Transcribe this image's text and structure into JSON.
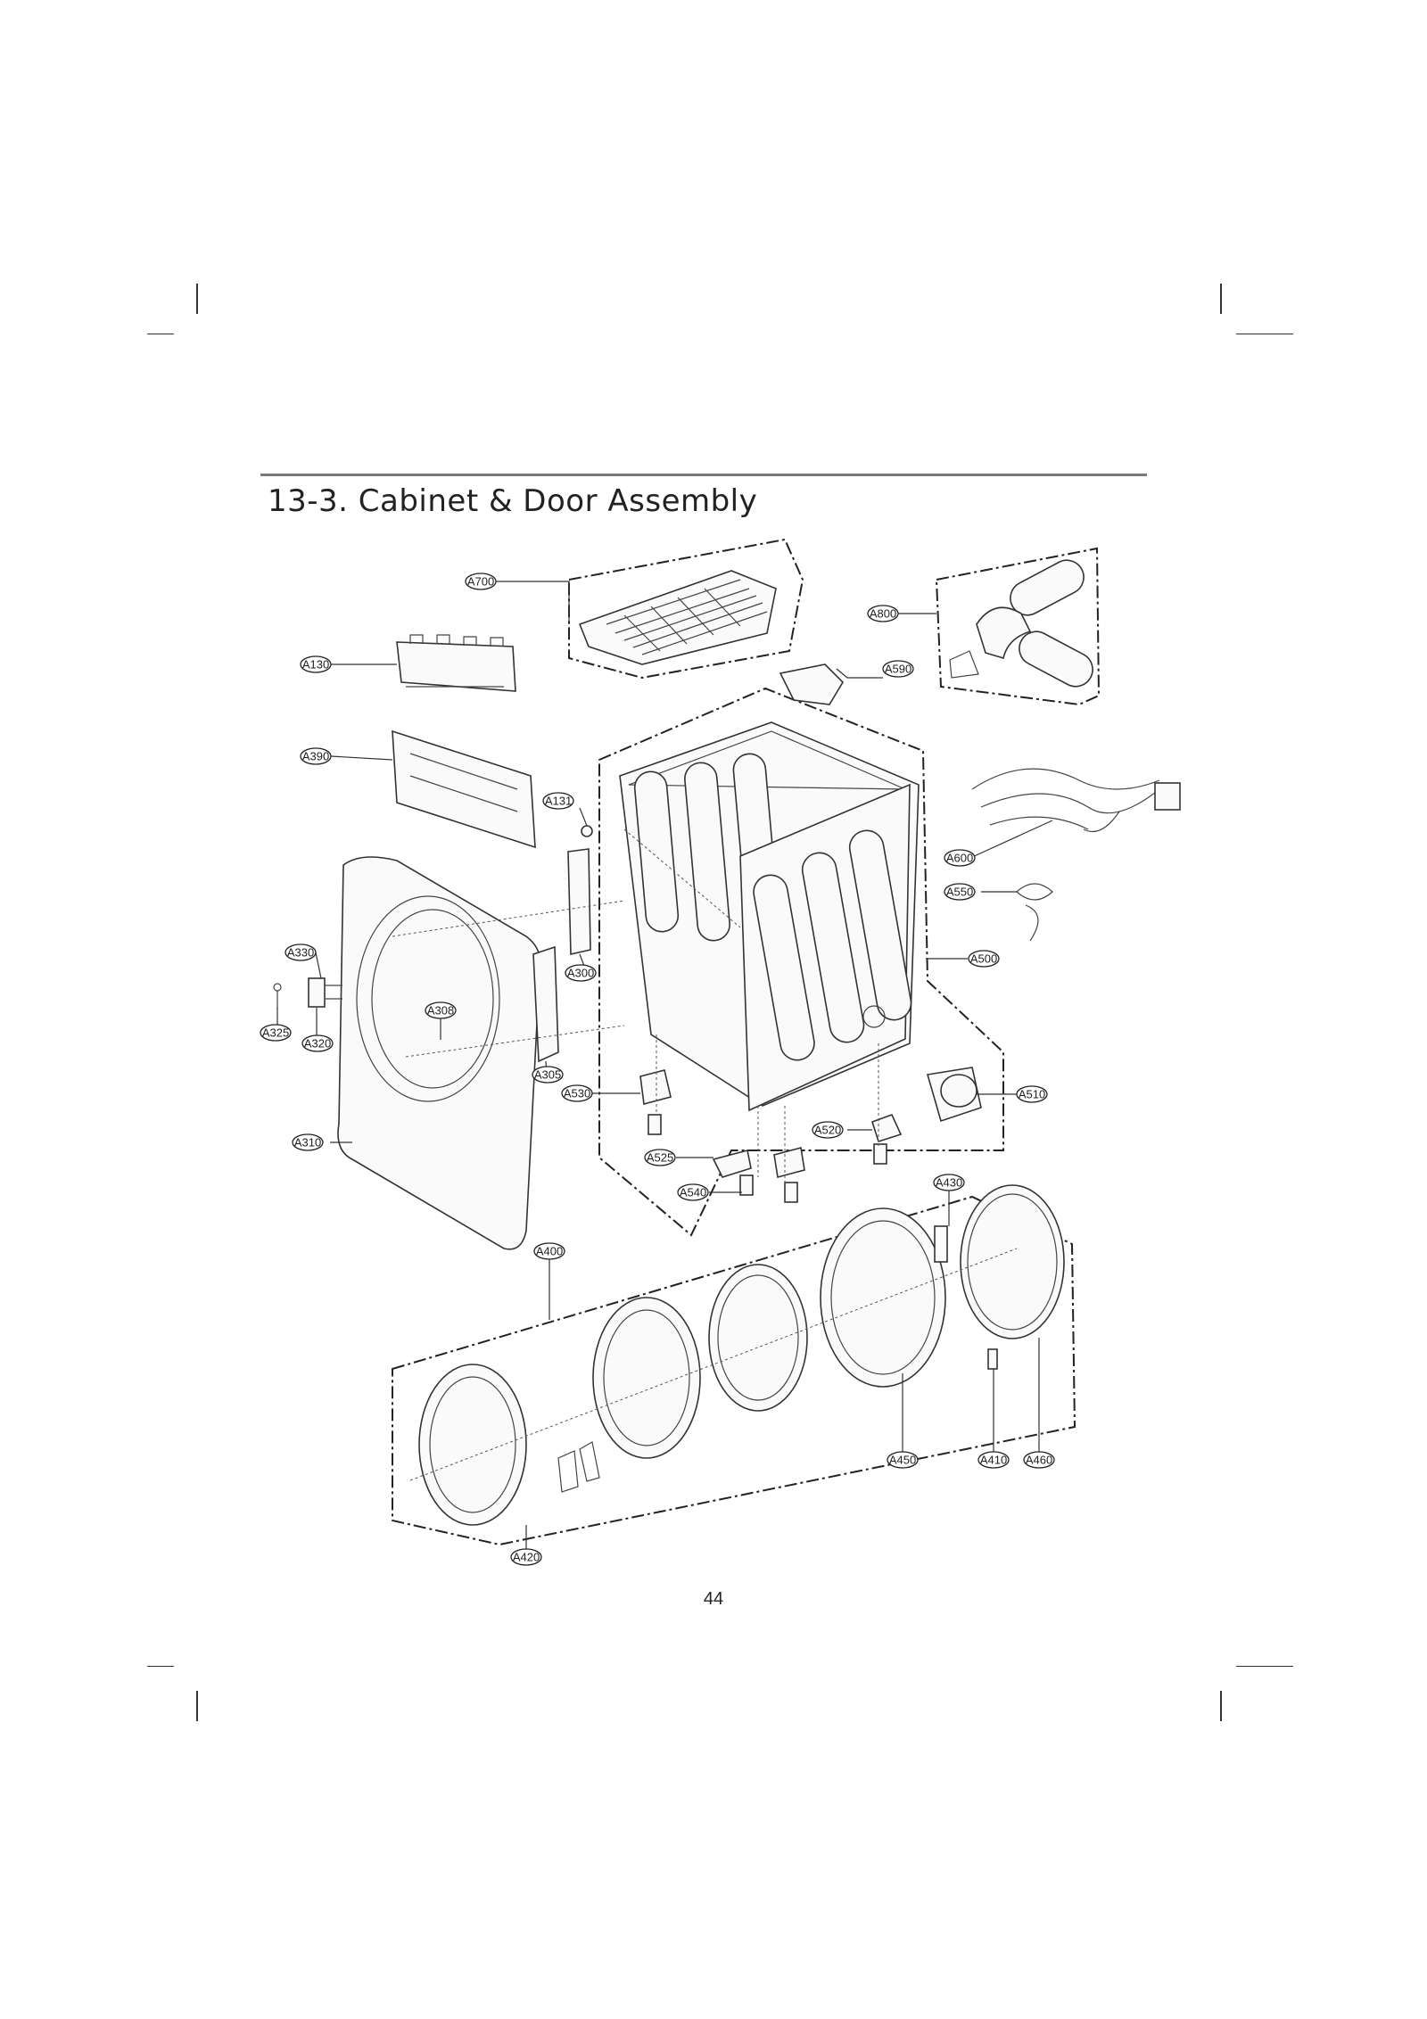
{
  "header": {
    "title": "13-3. Cabinet & Door Assembly"
  },
  "footer": {
    "page_number": "44"
  },
  "labels": [
    {
      "id": "A700",
      "text": "A700"
    },
    {
      "id": "A800",
      "text": "A800"
    },
    {
      "id": "A130",
      "text": "A130"
    },
    {
      "id": "A590",
      "text": "A590"
    },
    {
      "id": "A390",
      "text": "A390"
    },
    {
      "id": "A131",
      "text": "A131"
    },
    {
      "id": "A600",
      "text": "A600"
    },
    {
      "id": "A550",
      "text": "A550"
    },
    {
      "id": "A330",
      "text": "A330"
    },
    {
      "id": "A300",
      "text": "A300"
    },
    {
      "id": "A500",
      "text": "A500"
    },
    {
      "id": "A308",
      "text": "A308"
    },
    {
      "id": "A325",
      "text": "A325"
    },
    {
      "id": "A320",
      "text": "A320"
    },
    {
      "id": "A305",
      "text": "A305"
    },
    {
      "id": "A530",
      "text": "A530"
    },
    {
      "id": "A510",
      "text": "A510"
    },
    {
      "id": "A520",
      "text": "A520"
    },
    {
      "id": "A310",
      "text": "A310"
    },
    {
      "id": "A525",
      "text": "A525"
    },
    {
      "id": "A540",
      "text": "A540"
    },
    {
      "id": "A430",
      "text": "A430"
    },
    {
      "id": "A400",
      "text": "A400"
    },
    {
      "id": "A450",
      "text": "A450"
    },
    {
      "id": "A410",
      "text": "A410"
    },
    {
      "id": "A460",
      "text": "A460"
    },
    {
      "id": "A420",
      "text": "A420"
    }
  ]
}
